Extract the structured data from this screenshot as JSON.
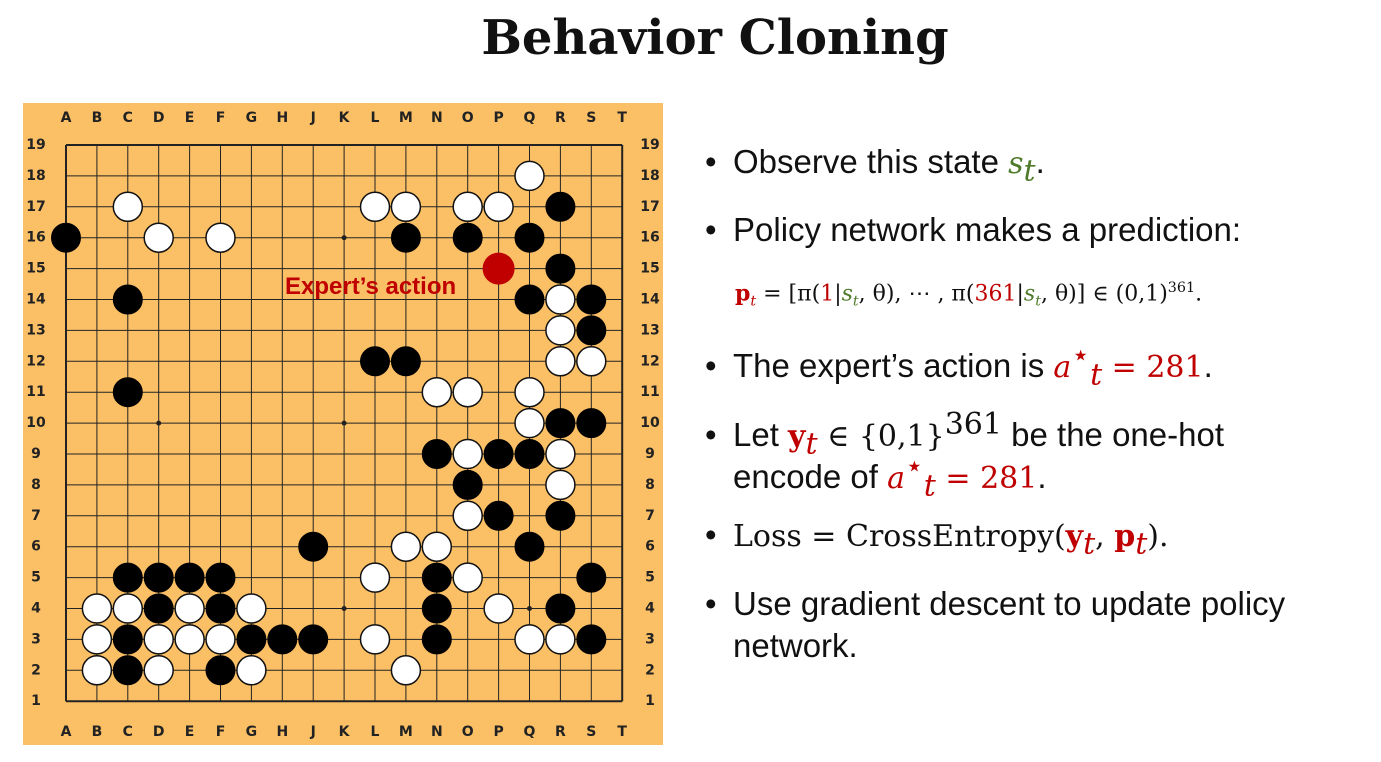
{
  "title": "Behavior Cloning",
  "board": {
    "columns": [
      "A",
      "B",
      "C",
      "D",
      "E",
      "F",
      "G",
      "H",
      "J",
      "K",
      "L",
      "M",
      "N",
      "O",
      "P",
      "Q",
      "R",
      "S",
      "T"
    ],
    "rows": [
      "19",
      "18",
      "17",
      "16",
      "15",
      "14",
      "13",
      "12",
      "11",
      "10",
      "9",
      "8",
      "7",
      "6",
      "5",
      "4",
      "3",
      "2",
      "1"
    ],
    "expert_label": "Expert’s action",
    "expert_move": "P15",
    "colors": {
      "board": "#fbc066",
      "black": "#000000",
      "white": "#ffffff",
      "expert": "#c00000"
    },
    "black_stones": [
      "R17",
      "A16",
      "M16",
      "O16",
      "Q16",
      "R15",
      "C14",
      "Q14",
      "S14",
      "S13",
      "L12",
      "M12",
      "C11",
      "R10",
      "S10",
      "N9",
      "P9",
      "Q9",
      "O8",
      "P7",
      "R7",
      "J6",
      "Q6",
      "C5",
      "D5",
      "E5",
      "F5",
      "N5",
      "S5",
      "D4",
      "F4",
      "N4",
      "R4",
      "C3",
      "G3",
      "H3",
      "J3",
      "N3",
      "S3",
      "C2",
      "F2"
    ],
    "white_stones": [
      "Q18",
      "C17",
      "L17",
      "M17",
      "O17",
      "P17",
      "D16",
      "F16",
      "R14",
      "R13",
      "R12",
      "S12",
      "N11",
      "O11",
      "Q11",
      "Q10",
      "O9",
      "R9",
      "R8",
      "O7",
      "M6",
      "N6",
      "L5",
      "O5",
      "B4",
      "C4",
      "E4",
      "G4",
      "P4",
      "B3",
      "D3",
      "E3",
      "F3",
      "L3",
      "Q3",
      "R3",
      "B2",
      "D2",
      "G2",
      "M2"
    ]
  },
  "bullets": {
    "b1_pre": "Observe this state ",
    "b1_var": "s",
    "b1_sub": "t",
    "b1_post": ".",
    "b2": "Policy network makes a prediction:",
    "formula": {
      "lhs": "p",
      "lhs_sub": "t",
      "eq": " = [π(",
      "n1": "1",
      "bar": "|",
      "s": "s",
      "s_sub": "t",
      "theta": ", θ), ⋯ , π(",
      "n2": "361",
      "close": ", θ)]  ∈  (0,1)",
      "exp": "361",
      "end": "."
    },
    "b3_pre": "The expert’s action is ",
    "b3_var": "a",
    "b3_sup": "⋆",
    "b3_sub": "t",
    "b3_val": " = 281",
    "b3_post": ".",
    "b4_pre": "Let ",
    "b4_y": "y",
    "b4_sub": "t",
    "b4_mid": " ∈ {0,1}",
    "b4_exp": "361",
    "b4_post": " be the one-hot",
    "b4_line2_pre": "encode of ",
    "b4_var": "a",
    "b4_sup": "⋆",
    "b4_sub2": "t",
    "b4_val": " = 281",
    "b4_end": ".",
    "b5_pre": "Loss = CrossEntropy(",
    "b5_y": "y",
    "b5_sub1": "t",
    "b5_comma": ", ",
    "b5_p": "p",
    "b5_sub2": "t",
    "b5_post": ").",
    "b6_line1": "Use gradient descent to update policy",
    "b6_line2": "network."
  }
}
